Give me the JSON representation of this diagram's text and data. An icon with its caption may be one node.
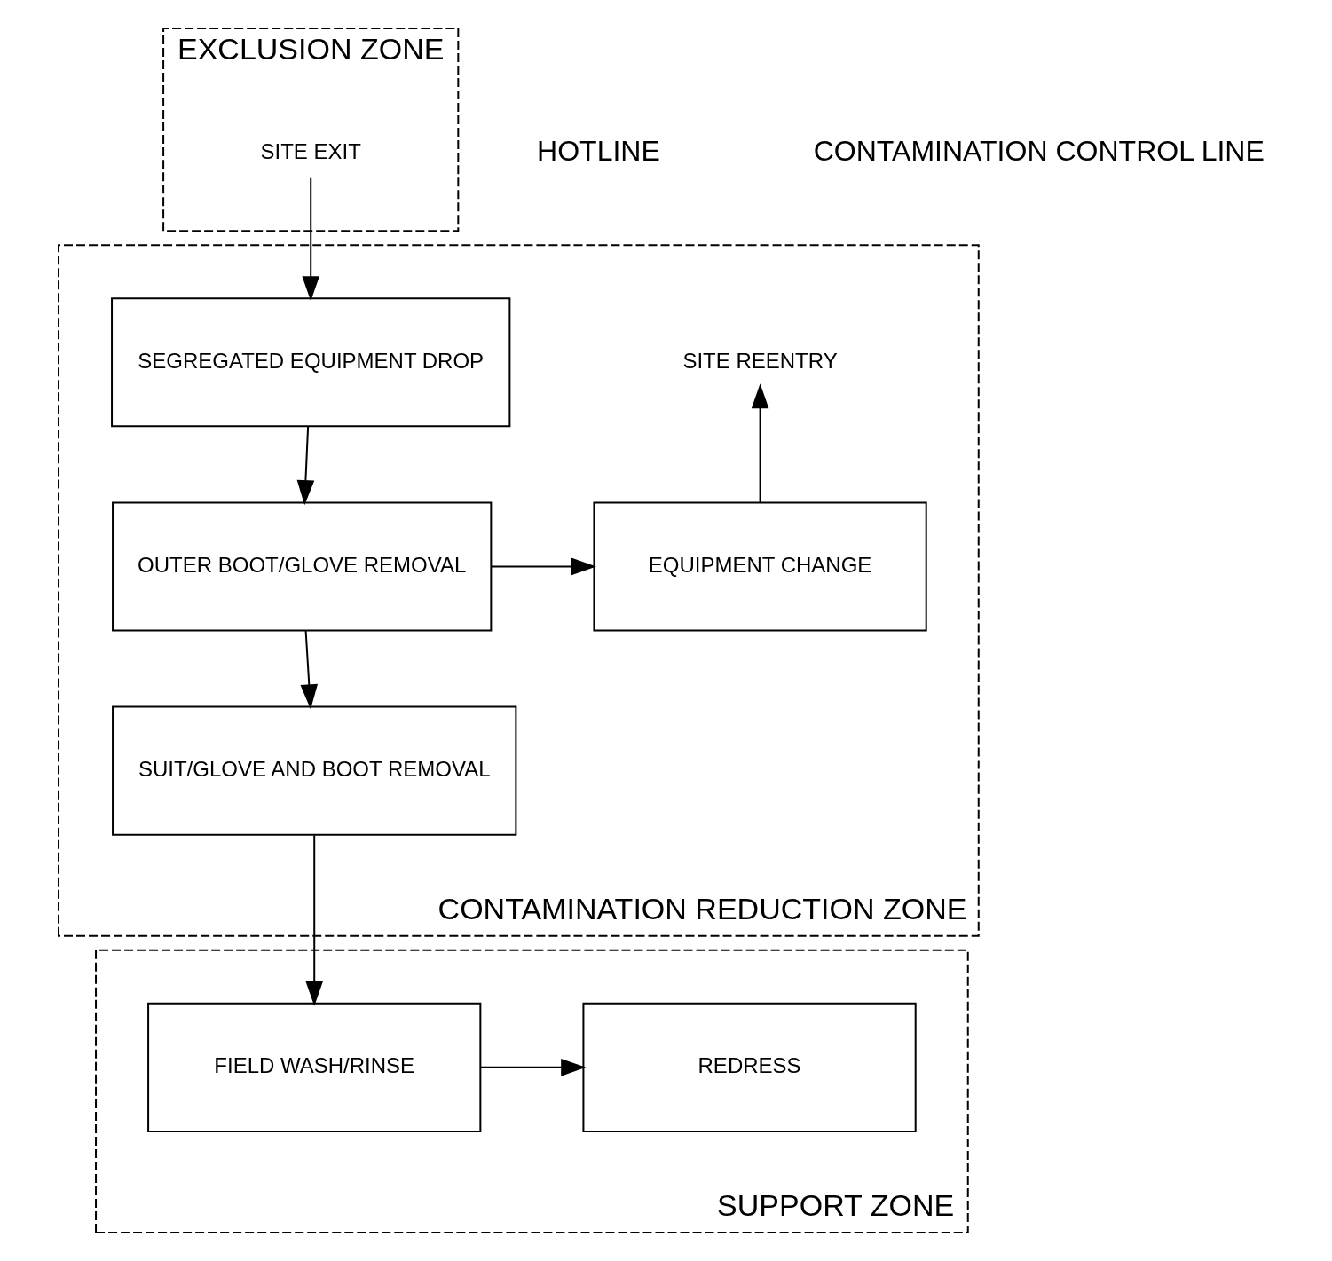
{
  "diagram": {
    "nodes": [
      {
        "text": [
          "EXCLUSION ZONE"
        ]
      },
      {
        "text": [
          "SITE EXIT"
        ],
        "in": 0
      },
      {
        "text": [
          "CONTAMINATION REDUCTION ZONE"
        ]
      },
      {
        "text": [
          "SEGREGATED EQUIPMENT DROP"
        ],
        "in": 2
      },
      {
        "text": [
          "SITE REENTRY"
        ],
        "in": 2
      },
      {
        "text": [
          "OUTER BOOT/GLOVE REMOVAL"
        ],
        "in": 2
      },
      {
        "text": [
          "EQUIPMENT CHANGE"
        ],
        "in": 2
      },
      {
        "text": [
          "SUIT/GLOVE AND BOOT REMOVAL"
        ],
        "in": 2
      },
      {
        "text": [
          "SUPPORT ZONE"
        ]
      },
      {
        "text": [
          "FIELD WASH/RINSE"
        ],
        "in": 8
      },
      {
        "text": [
          "REDRESS"
        ],
        "in": 8
      }
    ],
    "edges": [
      {
        "from": 1,
        "to": 3,
        "arrow": "to"
      },
      {
        "from": 3,
        "to": 5,
        "arrow": "to"
      },
      {
        "from": 5,
        "to": 7,
        "arrow": "to"
      },
      {
        "from": 5,
        "to": 6,
        "arrow": "to"
      },
      {
        "from": 6,
        "to": 4,
        "arrow": "to"
      },
      {
        "from": 7,
        "to": 9,
        "arrow": "to"
      },
      {
        "from": 9,
        "to": 10,
        "arrow": "to"
      }
    ],
    "labels": [
      "HOTLINE",
      "CONTAMINATION CONTROL LINE"
    ]
  }
}
